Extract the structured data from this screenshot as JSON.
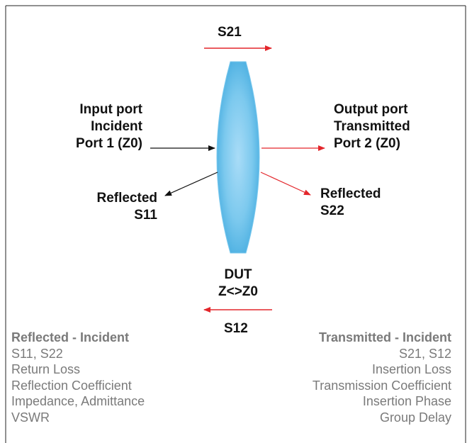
{
  "diagram": {
    "top_arrow_label": "S21",
    "bottom_arrow_label": "S12",
    "input": {
      "line1": "Input port",
      "line2": "Incident",
      "line3": "Port 1 (Z0)"
    },
    "output": {
      "line1": "Output port",
      "line2": "Transmitted",
      "line3": "Port 2 (Z0)"
    },
    "reflected_left": {
      "line1": "Reflected",
      "line2": "S11"
    },
    "reflected_right": {
      "line1": "Reflected",
      "line2": "S22"
    },
    "dut": {
      "line1": "DUT",
      "line2": "Z<>Z0"
    }
  },
  "colors": {
    "red_arrow": "#e3262b",
    "black_arrow": "#111111",
    "lens_edge": "#37a6dd",
    "lens_center": "#a9dcf7",
    "muted_text": "#7a7a7a"
  },
  "notes": {
    "left": {
      "title": "Reflected - Incident",
      "items": [
        "S11, S22",
        "Return Loss",
        "Reflection Coefficient",
        "Impedance, Admittance",
        "VSWR"
      ]
    },
    "right": {
      "title": "Transmitted - Incident",
      "items": [
        "S21, S12",
        "Insertion Loss",
        "Transmission Coefficient",
        "Insertion Phase",
        "Group Delay"
      ]
    }
  }
}
